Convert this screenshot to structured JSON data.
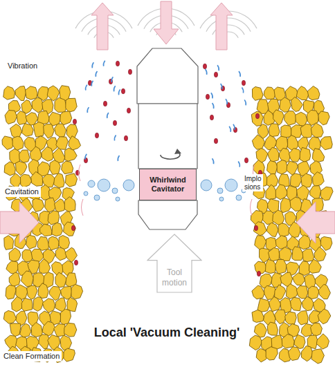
{
  "diagram": {
    "title": "Local 'Vacuum Cleaning'",
    "nodes": [
      {
        "text": [
          "Whirlwind Cavitator"
        ]
      },
      {
        "text": [
          "Tool motion"
        ]
      }
    ],
    "labels": [
      "Vibration",
      "Cavitation",
      "Clean Formation",
      "Implo sions"
    ]
  }
}
